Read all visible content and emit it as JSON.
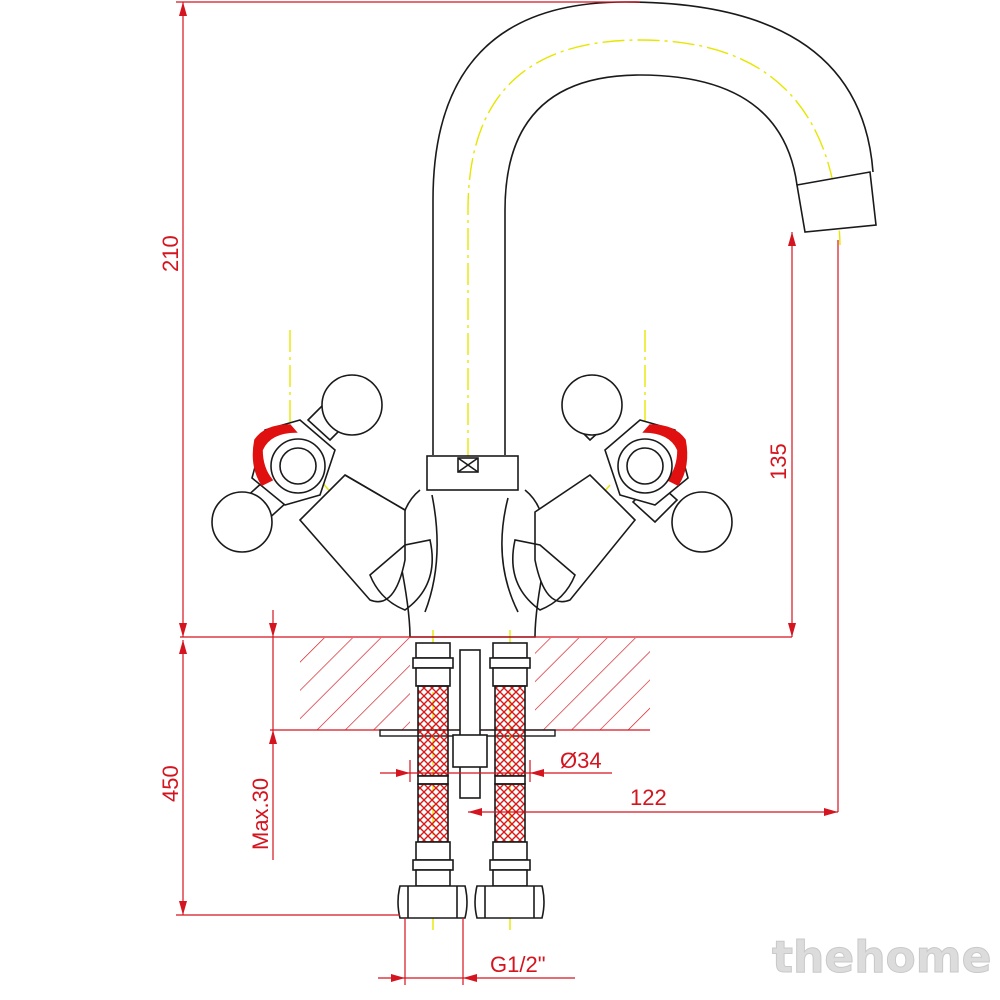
{
  "drawing": {
    "dimensions": {
      "total_height": "210",
      "spout_height": "135",
      "hose_length": "450",
      "max_counter_thickness": "Max.30",
      "mounting_hole": "Ø34",
      "spout_reach": "122",
      "thread": "G1/2\""
    },
    "watermark": "thehome",
    "colors": {
      "outline": "#1a1a1a",
      "dimension": "#d4141e",
      "centerline": "#e6e600",
      "hot_indicator": "#e01010",
      "hose": "#d41a1a"
    }
  }
}
